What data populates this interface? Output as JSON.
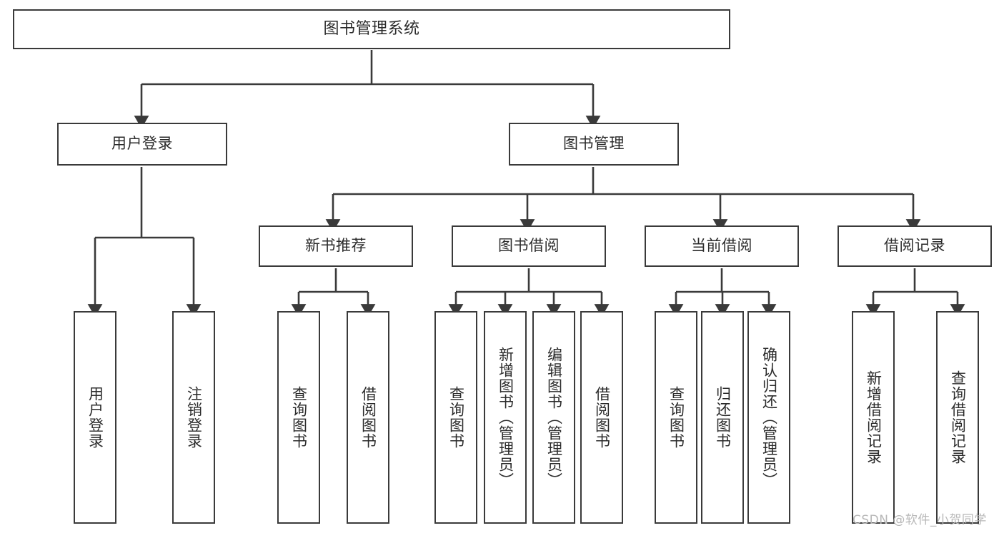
{
  "diagram": {
    "title": "图书管理系统",
    "type": "tree",
    "background_color": "#ffffff",
    "line_color": "#3a3a3a",
    "box_fill": "#ffffff",
    "text_color": "#2b2b2b"
  },
  "nodes": {
    "root": {
      "label": "图书管理系统",
      "level": 1
    },
    "level2": [
      {
        "id": "user-login",
        "label": "用户登录"
      },
      {
        "id": "book-manage",
        "label": "图书管理"
      }
    ],
    "level3": [
      {
        "id": "new-book-recommend",
        "label": "新书推荐"
      },
      {
        "id": "book-borrow",
        "label": "图书借阅"
      },
      {
        "id": "current-borrow",
        "label": "当前借阅"
      },
      {
        "id": "borrow-record",
        "label": "借阅记录"
      }
    ],
    "leaves_user_login": [
      {
        "id": "leaf-user-login",
        "label": "用户登录"
      },
      {
        "id": "leaf-logout-login",
        "label": "注销登录"
      }
    ],
    "leaves_new_book_recommend": [
      {
        "id": "leaf-query-book-1",
        "label": "查询图书"
      },
      {
        "id": "leaf-borrow-book-1",
        "label": "借阅图书"
      }
    ],
    "leaves_book_borrow": [
      {
        "id": "leaf-query-book-2",
        "label": "查询图书"
      },
      {
        "id": "leaf-add-book",
        "label": "新增图书（管理员）"
      },
      {
        "id": "leaf-edit-book",
        "label": "编辑图书（管理员）"
      },
      {
        "id": "leaf-borrow-book-2",
        "label": "借阅图书"
      }
    ],
    "leaves_current_borrow": [
      {
        "id": "leaf-query-book-3",
        "label": "查询图书"
      },
      {
        "id": "leaf-return-book",
        "label": "归还图书"
      },
      {
        "id": "leaf-confirm-return",
        "label": "确认归还（管理员）"
      }
    ],
    "leaves_borrow_record": [
      {
        "id": "leaf-add-borrow-record",
        "label": "新增借阅记录"
      },
      {
        "id": "leaf-query-borrow-record",
        "label": "查询借阅记录"
      }
    ]
  },
  "watermark": {
    "text": "CSDN @软件_小贺同学"
  },
  "chart_data": {
    "type": "table",
    "title": "图书管理系统 功能结构图",
    "edges": [
      [
        "图书管理系统",
        "用户登录"
      ],
      [
        "图书管理系统",
        "图书管理"
      ],
      [
        "用户登录",
        "用户登录"
      ],
      [
        "用户登录",
        "注销登录"
      ],
      [
        "图书管理",
        "新书推荐"
      ],
      [
        "图书管理",
        "图书借阅"
      ],
      [
        "图书管理",
        "当前借阅"
      ],
      [
        "图书管理",
        "借阅记录"
      ],
      [
        "新书推荐",
        "查询图书"
      ],
      [
        "新书推荐",
        "借阅图书"
      ],
      [
        "图书借阅",
        "查询图书"
      ],
      [
        "图书借阅",
        "新增图书（管理员）"
      ],
      [
        "图书借阅",
        "编辑图书（管理员）"
      ],
      [
        "图书借阅",
        "借阅图书"
      ],
      [
        "当前借阅",
        "查询图书"
      ],
      [
        "当前借阅",
        "归还图书"
      ],
      [
        "当前借阅",
        "确认归还（管理员）"
      ],
      [
        "借阅记录",
        "新增借阅记录"
      ],
      [
        "借阅记录",
        "查询借阅记录"
      ]
    ]
  }
}
